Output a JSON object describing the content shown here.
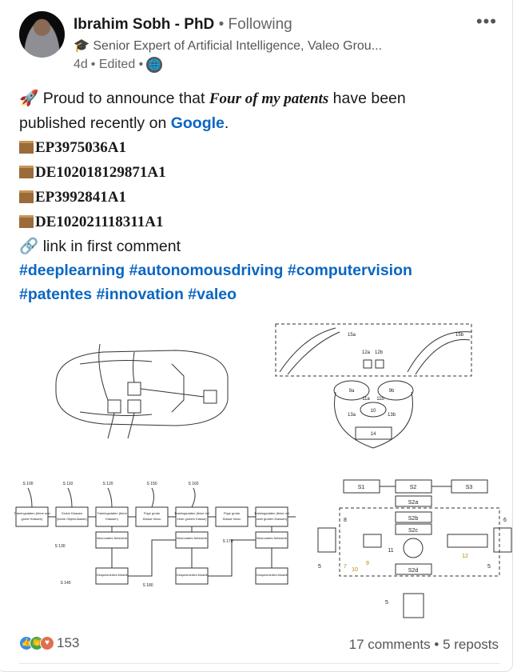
{
  "author": {
    "name": "Ibrahim Sobh - PhD",
    "following": "• Following",
    "headline_icon": "graduation-cap-icon",
    "headline": "🎓 Senior Expert of Artificial Intelligence, Valeo Grou...",
    "time": "4d",
    "edited": "• Edited •",
    "visibility_icon": "globe-icon"
  },
  "menu": "•••",
  "post": {
    "l1_pre": "🚀 Proud to announce that ",
    "l1_em": "Four of my patents",
    "l1_post": " have been",
    "l2_pre": "published recently on ",
    "l2_link": "Google",
    "l2_post": ".",
    "patents": [
      "EP3975036A1",
      "DE102018129871A1",
      "EP3992841A1",
      "DE102021118311A1"
    ],
    "link_line": "🔗 link in first comment",
    "hashtags_1": "#deeplearning #autonomousdriving #computervision",
    "hashtags_2": "#patentes #innovation #valeo"
  },
  "figures": {
    "flowchart": {
      "step_labels": [
        "S 100",
        "S 110",
        "S 120",
        "S 150",
        "S 160"
      ],
      "top_boxes": [
        "Trainingsdaten (feine und grobe Klassen)",
        "Grobe Klassen (keine Objekt-klasse)",
        "Trainingsdaten (feine Klassen)",
        "Füge grobe Klasse hinzu",
        "Trainingsdaten (feine mit einer groben Klasse)",
        "Füge grobe Klasse hinzu",
        "Trainingsdaten (feine mit zwei groben Klassen)"
      ],
      "net": "Neuronales Netzwerk",
      "model": "Gespeichertes Modell",
      "side_labels": [
        "S 130",
        "S 140",
        "S 170",
        "S 180"
      ]
    },
    "diagram": {
      "boxes": [
        "S1",
        "S2",
        "S3",
        "S2a",
        "S2b",
        "S2c",
        "S2d"
      ],
      "numbers": [
        "5",
        "6",
        "7",
        "10",
        "9",
        "11",
        "12",
        "5",
        "5",
        "8"
      ]
    },
    "tree": {
      "labels": [
        "15a",
        "15b",
        "12a",
        "12b",
        "9a",
        "9b",
        "11a",
        "11b",
        "10",
        "13a",
        "13b",
        "14"
      ]
    }
  },
  "social": {
    "reaction_count": "153",
    "comments": "17 comments",
    "reposts": "• 5 reposts",
    "reaction_icons": [
      "like-icon",
      "celebrate-icon",
      "love-icon"
    ]
  }
}
